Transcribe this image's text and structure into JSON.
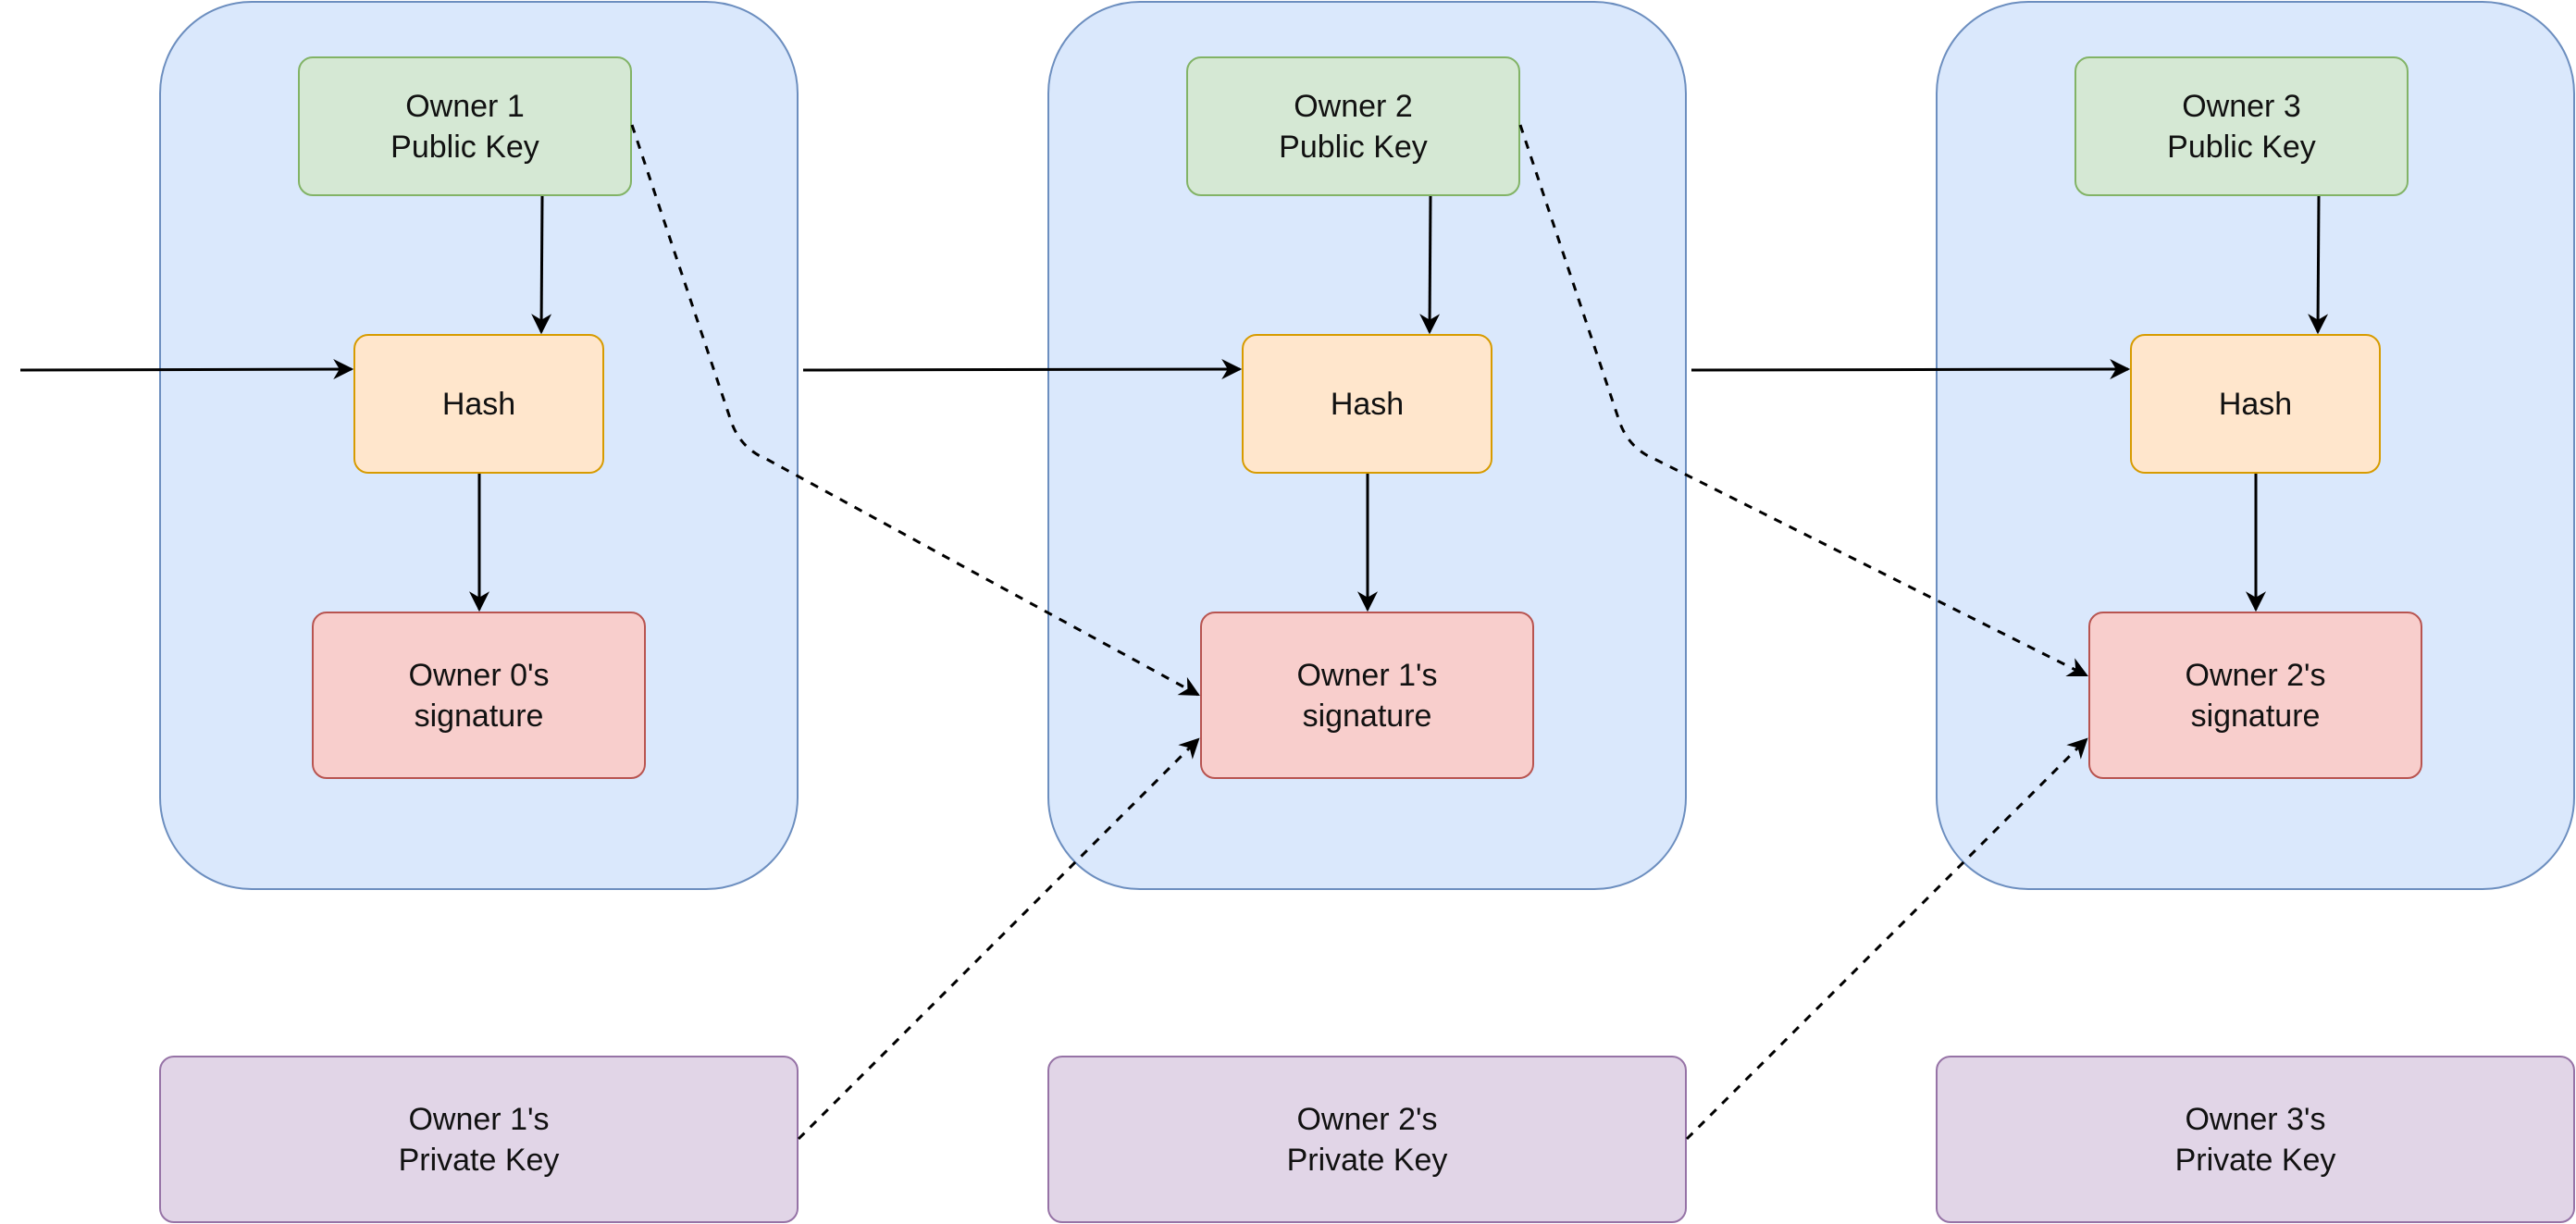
{
  "blocks": [
    {
      "public_key_label": "Owner 1\nPublic Key",
      "hash_label": "Hash",
      "signature_label": "Owner 0's\nsignature",
      "private_key_label": "Owner 1's\nPrivate Key"
    },
    {
      "public_key_label": "Owner 2\nPublic Key",
      "hash_label": "Hash",
      "signature_label": "Owner 1's\nsignature",
      "private_key_label": "Owner 2's\nPrivate Key"
    },
    {
      "public_key_label": "Owner 3\nPublic Key",
      "hash_label": "Hash",
      "signature_label": "Owner 2's\nsignature",
      "private_key_label": "Owner 3's\nPrivate Key"
    }
  ],
  "colors": {
    "container_fill": "#dae8fc",
    "container_stroke": "#6c8ebf",
    "public_key_fill": "#d5e8d4",
    "public_key_stroke": "#82b366",
    "hash_fill": "#ffe6cc",
    "hash_stroke": "#d79b00",
    "signature_fill": "#f8cecc",
    "signature_stroke": "#b85450",
    "private_key_fill": "#e1d5e7",
    "private_key_stroke": "#9673a6",
    "connector": "#000000"
  }
}
